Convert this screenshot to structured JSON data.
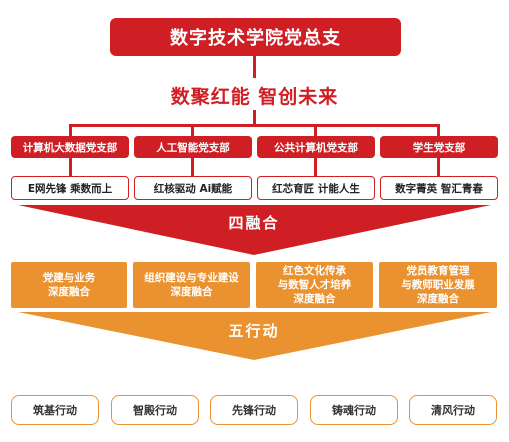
{
  "top_title": "数字技术学院党总支",
  "slogan": "数聚红能  智创未来",
  "branches": [
    {
      "title": "计算机大数据党支部",
      "subtitle": "E网先锋  乘数而上"
    },
    {
      "title": "人工智能党支部",
      "subtitle": "红核驱动  Ai赋能"
    },
    {
      "title": "公共计算机党支部",
      "subtitle": "红芯育匠  计能人生"
    },
    {
      "title": "学生党支部",
      "subtitle": "数字菁英  智汇青春"
    }
  ],
  "fusion_title": "四融合",
  "fusions": [
    "党建与业务\n深度融合",
    "组织建设与专业建设\n深度融合",
    "红色文化传承\n与数智人才培养\n深度融合",
    "党员教育管理\n与教师职业发展\n深度融合"
  ],
  "action_title": "五行动",
  "actions": [
    "筑基行动",
    "智殿行动",
    "先锋行动",
    "铸魂行动",
    "清风行动"
  ],
  "colors": {
    "red": "#cf1f24",
    "orange": "#ea922f"
  }
}
